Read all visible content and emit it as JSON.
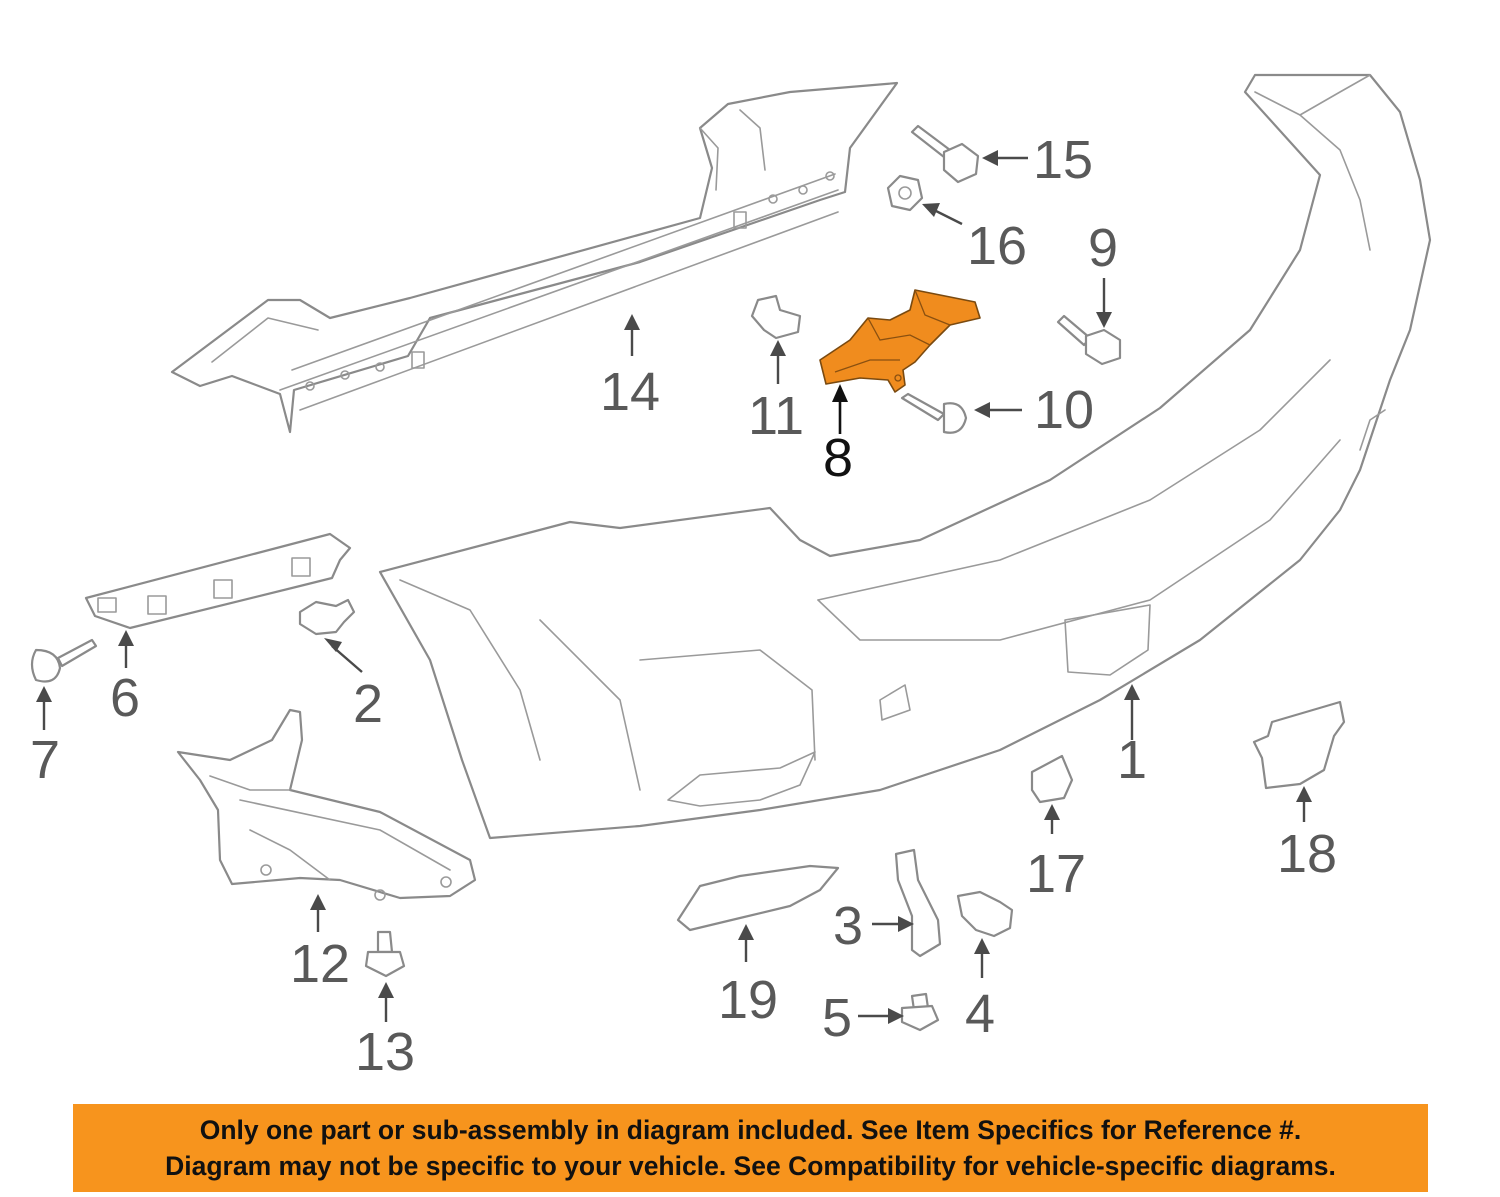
{
  "callouts": {
    "c1": "1",
    "c2": "2",
    "c3": "3",
    "c4": "4",
    "c5": "5",
    "c6": "6",
    "c7": "7",
    "c8": "8",
    "c9": "9",
    "c10": "10",
    "c11": "11",
    "c12": "12",
    "c13": "13",
    "c14": "14",
    "c15": "15",
    "c16": "16",
    "c17": "17",
    "c18": "18",
    "c19": "19"
  },
  "highlighted_part": "8",
  "colors": {
    "highlight": "#f08c1e",
    "banner": "#f7941d",
    "line_art": "#8a8a8a"
  },
  "disclaimer": {
    "line1": "Only one part or sub-assembly in diagram included. See Item Specifics for Reference #.",
    "line2": "Diagram may not be specific to your vehicle. See Compatibility for vehicle-specific diagrams."
  }
}
